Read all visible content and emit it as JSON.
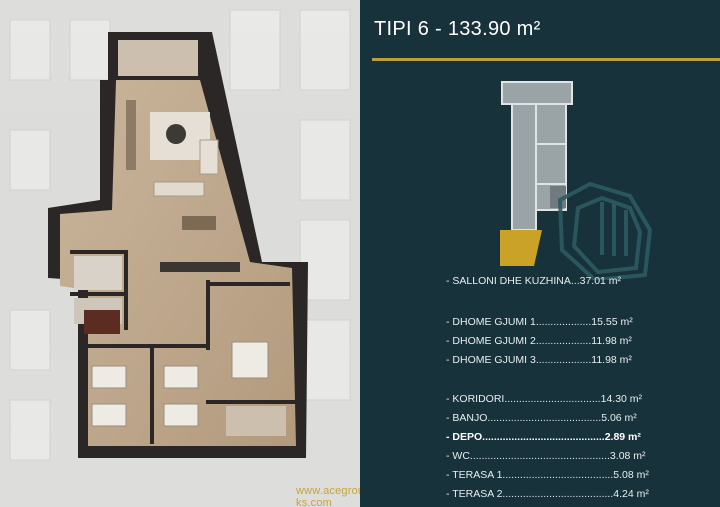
{
  "header": {
    "title": "TIPI 6 - 133.90 m²"
  },
  "footer": {
    "website": "www.acegroup-ks.com"
  },
  "colors": {
    "panel_bg": "#17323a",
    "accent_gold": "#b9a03d",
    "text": "#e8eef0"
  },
  "rooms": [
    {
      "text": "- SALLONI DHE KUZHINA...37.01 m²"
    },
    {
      "text": "- DHOME GJUMI 1...................15.55 m²"
    },
    {
      "text": "- DHOME GJUMI 2...................11.98 m²"
    },
    {
      "text": "- DHOME GJUMI 3...................11.98 m²"
    },
    {
      "text": "- KORIDORI.................................14.30 m²"
    },
    {
      "text": "- BANJO.......................................5.06 m²"
    },
    {
      "text": "- DEPO..........................................2.89 m²"
    },
    {
      "text": "- WC................................................3.08 m²"
    },
    {
      "text": "- TERASA 1......................................5.08 m²"
    },
    {
      "text": "- TERASA 2......................................4.24 m²"
    }
  ]
}
